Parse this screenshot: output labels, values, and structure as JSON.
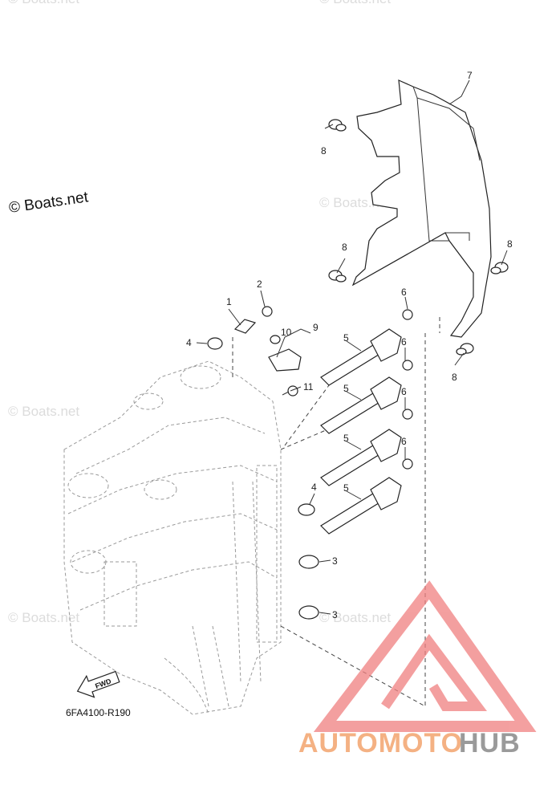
{
  "diagram": {
    "code": "6FA4100-R190",
    "fwd_label": "FWD",
    "copyright": "© Boats.net",
    "watermark": "© Boats.net",
    "callouts": [
      "1",
      "2",
      "3",
      "3",
      "4",
      "4",
      "5",
      "5",
      "5",
      "5",
      "6",
      "6",
      "6",
      "6",
      "7",
      "8",
      "8",
      "8",
      "8",
      "9",
      "10",
      "11"
    ]
  },
  "logo": {
    "word_part1": "AUTOMOTO",
    "word_part2": "HUB",
    "color_part1": "#f4b183",
    "color_part2": "#9a9a9a",
    "mark_color": "#f08080"
  }
}
